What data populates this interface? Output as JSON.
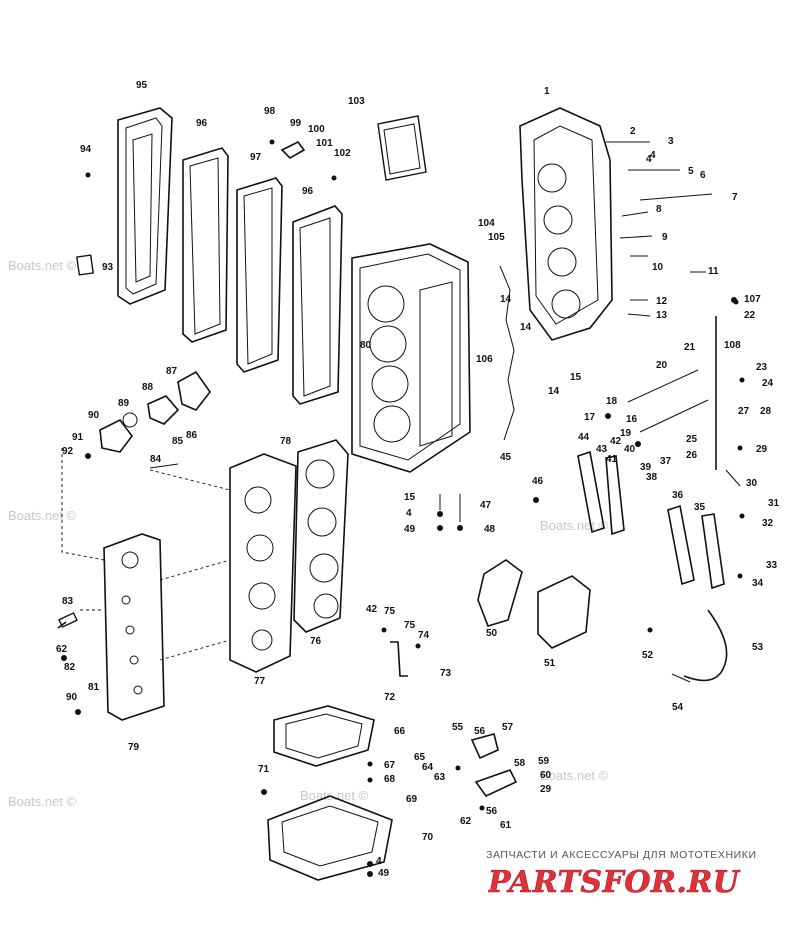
{
  "watermarks": [
    "Boats.net ©",
    "Boats.net ©",
    "Boats.net ©",
    "Boats.net ©",
    "Boats.net ©",
    "Boats.net ©"
  ],
  "brand": {
    "caption": "ЗАПЧАСТИ И АКСЕССУАРЫ ДЛЯ МОТОТЕХНИКИ",
    "logo": "PARTSFOR.RU",
    "logo_color": "#e0303a"
  },
  "part_numbers": [
    "1",
    "2",
    "3",
    "4",
    "5",
    "6",
    "7",
    "8",
    "9",
    "10",
    "11",
    "12",
    "13",
    "14",
    "14",
    "14",
    "15",
    "15",
    "16",
    "17",
    "18",
    "19",
    "20",
    "21",
    "22",
    "23",
    "24",
    "25",
    "26",
    "27",
    "28",
    "29",
    "29",
    "30",
    "31",
    "32",
    "33",
    "34",
    "35",
    "36",
    "37",
    "38",
    "39",
    "40",
    "41",
    "42",
    "42",
    "43",
    "44",
    "45",
    "46",
    "47",
    "48",
    "49",
    "49",
    "50",
    "51",
    "52",
    "53",
    "54",
    "55",
    "56",
    "56",
    "57",
    "58",
    "59",
    "60",
    "61",
    "62",
    "62",
    "63",
    "64",
    "65",
    "66",
    "67",
    "68",
    "69",
    "70",
    "71",
    "72",
    "73",
    "74",
    "75",
    "75",
    "76",
    "77",
    "78",
    "79",
    "80",
    "81",
    "82",
    "83",
    "84",
    "85",
    "86",
    "87",
    "88",
    "89",
    "90",
    "90",
    "91",
    "92",
    "93",
    "94",
    "95",
    "96",
    "96",
    "97",
    "98",
    "99",
    "100",
    "101",
    "102",
    "103",
    "104",
    "105",
    "106",
    "107",
    "108",
    "4",
    "4",
    "4"
  ]
}
